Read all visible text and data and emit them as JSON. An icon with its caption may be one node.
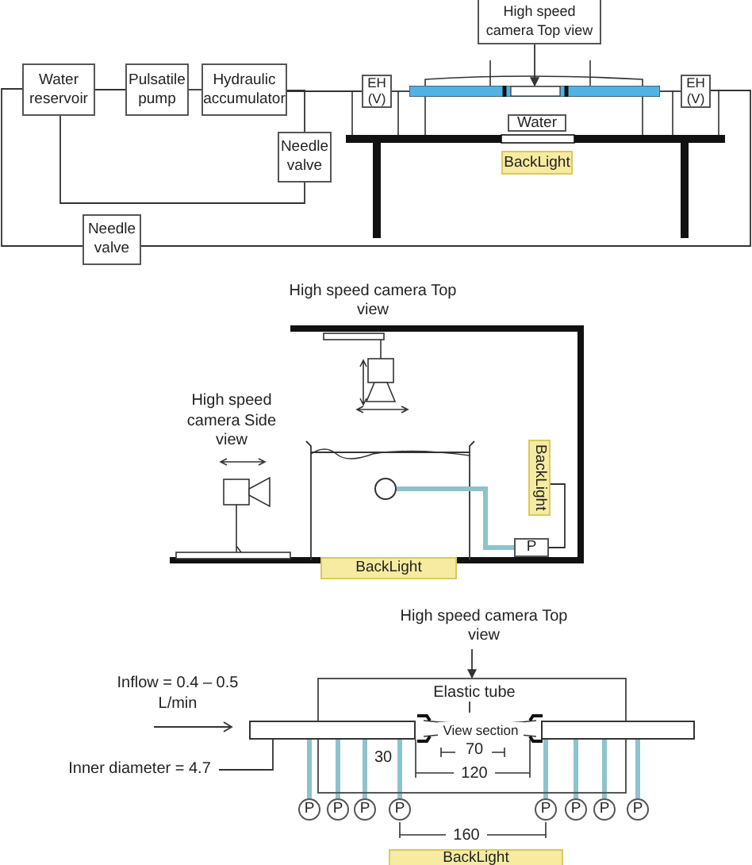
{
  "diagram": {
    "nodes": [
      {
        "text": [
          "Water reservoir"
        ]
      },
      {
        "text": [
          "Pulsatile pump"
        ]
      },
      {
        "text": [
          "Hydraulic accumulator"
        ]
      },
      {
        "text": [
          "Needle valve"
        ]
      },
      {
        "text": [
          "EH (V)"
        ]
      },
      {
        "text": [],
        "shape": "bar"
      },
      {
        "text": [
          "EH (V)"
        ]
      },
      {
        "text": [
          "High speed camera Top view"
        ]
      },
      {
        "text": [
          "Water"
        ]
      },
      {
        "text": [
          "BackLight"
        ]
      },
      {
        "text": [
          "Needle valve"
        ]
      },
      {
        "text": [
          "High speed camera Top view"
        ]
      },
      {
        "text": [
          "High speed camera Side view"
        ]
      },
      {
        "text": [],
        "shape": "circle"
      },
      {
        "text": [
          "BackLight"
        ]
      },
      {
        "text": [
          "P"
        ]
      },
      {
        "text": [
          "BackLight"
        ]
      },
      {
        "text": [
          "High speed camera Top view"
        ]
      },
      {
        "text": [],
        "shape": "box"
      },
      {
        "text": [
          "Elastic tube"
        ],
        "in": 18
      },
      {
        "text": [],
        "shape": "bar",
        "in": 18
      },
      {
        "text": [
          "Inner diameter = 4.7"
        ]
      },
      {
        "text": [],
        "shape": "bar"
      },
      {
        "text": [],
        "shape": "bar"
      },
      {
        "text": [
          "P"
        ]
      },
      {
        "text": [
          "P"
        ]
      },
      {
        "text": [
          "P"
        ]
      },
      {
        "text": [
          "P"
        ]
      },
      {
        "text": [
          "P"
        ]
      },
      {
        "text": [
          "P"
        ]
      },
      {
        "text": [
          "P"
        ]
      },
      {
        "text": [
          "P"
        ]
      },
      {
        "text": [
          "BackLight"
        ]
      }
    ],
    "edges": [
      {
        "from": 0,
        "to": 1,
        "arrow": "none"
      },
      {
        "from": 1,
        "to": 2,
        "arrow": "none"
      },
      {
        "from": 2,
        "to": 4,
        "arrow": "none"
      },
      {
        "from": 2,
        "to": 3,
        "arrow": "none"
      },
      {
        "from": 3,
        "to": 0,
        "arrow": "none"
      },
      {
        "from": 4,
        "to": 5,
        "arrow": "none"
      },
      {
        "from": 5,
        "to": 6,
        "arrow": "none"
      },
      {
        "from": 6,
        "to": 10,
        "arrow": "none"
      },
      {
        "from": 10,
        "to": 0,
        "arrow": "none"
      },
      {
        "from": 7,
        "to": 5,
        "arrow": "to"
      },
      {
        "from": 13,
        "to": 15,
        "arrow": "none",
        "style": "thick",
        "color": "#8dc3cc"
      },
      {
        "from": 15,
        "to": 14,
        "arrow": "none"
      },
      {
        "from": 17,
        "to": 18,
        "arrow": "to"
      },
      {
        "from": 19,
        "to": 20,
        "arrow": "none"
      },
      {
        "from": 21,
        "to": 22,
        "arrow": "none"
      },
      {
        "from": 22,
        "to": 24,
        "arrow": "none",
        "style": "thick",
        "color": "#8dc3cc"
      },
      {
        "from": 22,
        "to": 25,
        "arrow": "none",
        "style": "thick",
        "color": "#8dc3cc"
      },
      {
        "from": 22,
        "to": 26,
        "arrow": "none",
        "style": "thick",
        "color": "#8dc3cc"
      },
      {
        "from": 22,
        "to": 27,
        "arrow": "none",
        "style": "thick",
        "color": "#8dc3cc"
      },
      {
        "from": 23,
        "to": 28,
        "arrow": "none",
        "style": "thick",
        "color": "#8dc3cc"
      },
      {
        "from": 23,
        "to": 29,
        "arrow": "none",
        "style": "thick",
        "color": "#8dc3cc"
      },
      {
        "from": 23,
        "to": 30,
        "arrow": "none",
        "style": "thick",
        "color": "#8dc3cc"
      },
      {
        "from": 23,
        "to": 31,
        "arrow": "none",
        "style": "thick",
        "color": "#8dc3cc"
      }
    ],
    "labels": [
      "Inflow = 0.4 – 0.5 L/min",
      "View section",
      "30",
      "70",
      "120",
      "160"
    ]
  }
}
